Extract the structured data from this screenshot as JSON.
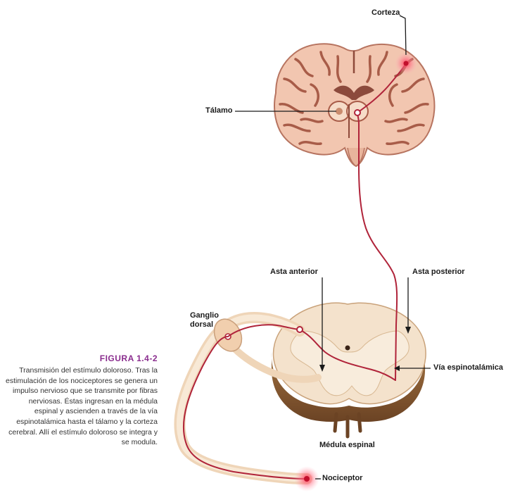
{
  "labels": {
    "corteza": "Corteza",
    "talamo": "Tálamo",
    "asta_anterior": "Asta anterior",
    "asta_posterior": "Asta posterior",
    "ganglio_dorsal": "Ganglio dorsal",
    "via_espinotalamica": "Vía espinotalámica",
    "medula_espinal": "Médula espinal",
    "nociceptor": "Nociceptor"
  },
  "caption": {
    "title": "FIGURA 1.4-2",
    "text": "Transmisión del estímulo doloroso. Tras la estimulación de los nociceptores se genera un impulso nervioso que se transmite por fibras nerviosas. Éstas ingresan en la médula espinal y ascienden a través de la vía espinotalámica hasta el tálamo y la corteza cerebral. Allí el estímulo doloroso se integra y se modula."
  },
  "colors": {
    "pathway": "#b0243a",
    "brain_tissue": "#f2c6b0",
    "brain_fold": "#a85c48",
    "nerve": "#f1ddc4",
    "spinal_cord": "#f4e2cc",
    "spinal_cord_side": "#8a5a34",
    "caption_title": "#8a2d8e"
  }
}
